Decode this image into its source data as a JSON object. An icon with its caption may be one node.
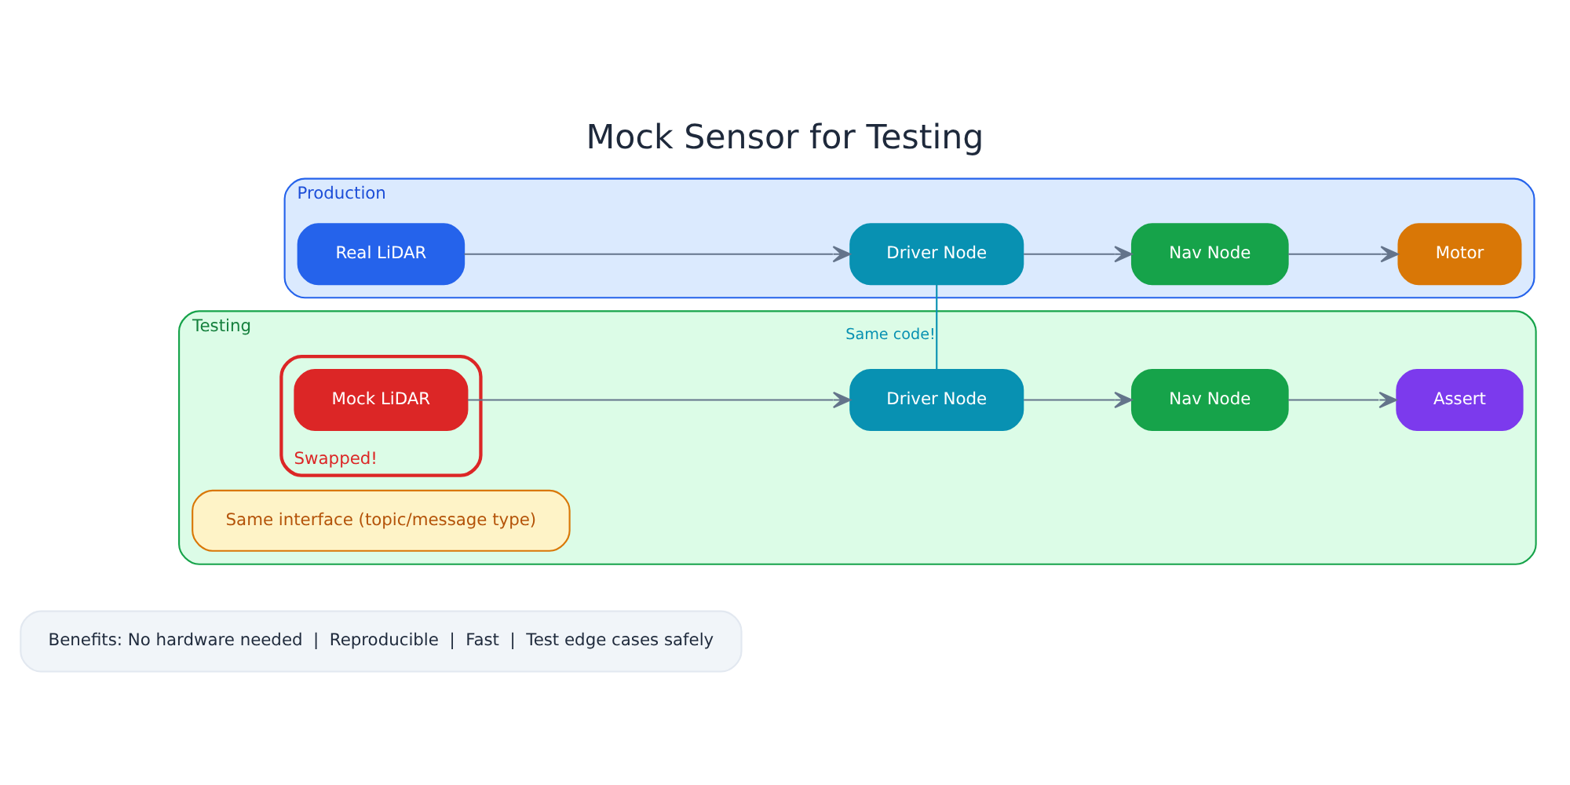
{
  "diagram": {
    "title": "Mock Sensor for Testing",
    "nodes": [
      {
        "text": [
          "Production"
        ]
      },
      {
        "text": [
          "Real LiDAR"
        ],
        "in": 0
      },
      {
        "text": [
          "Driver Node"
        ],
        "in": 0
      },
      {
        "text": [
          "Nav Node"
        ],
        "in": 0
      },
      {
        "text": [
          "Motor"
        ],
        "in": 0
      },
      {
        "text": [
          "Testing"
        ]
      },
      {
        "text": [
          "Same interface (topic/message type)"
        ],
        "in": 5
      },
      {
        "text": [],
        "shape": "box",
        "in": 5,
        "beside": [
          "Swapped!"
        ]
      },
      {
        "text": [
          "Mock LiDAR"
        ],
        "in": 7
      },
      {
        "text": [
          "Driver Node"
        ],
        "in": 5
      },
      {
        "text": [
          "Nav Node"
        ],
        "in": 5
      },
      {
        "text": [
          "Assert"
        ],
        "in": 5
      },
      {
        "text": [
          "Benefits: No hardware needed  |  Reproducible  |  Fast  |  Test edge cases safely"
        ]
      }
    ],
    "edges": [
      {
        "from": 1,
        "to": 2,
        "arrow": "to"
      },
      {
        "from": 2,
        "to": 3,
        "arrow": "to"
      },
      {
        "from": 3,
        "to": 4,
        "arrow": "to"
      },
      {
        "from": 2,
        "to": 9,
        "arrow": "none",
        "label": "Same code!",
        "color": "#0891b2"
      },
      {
        "from": 8,
        "to": 9,
        "arrow": "to"
      },
      {
        "from": 9,
        "to": 10,
        "arrow": "to"
      },
      {
        "from": 10,
        "to": 11,
        "arrow": "to"
      }
    ]
  }
}
